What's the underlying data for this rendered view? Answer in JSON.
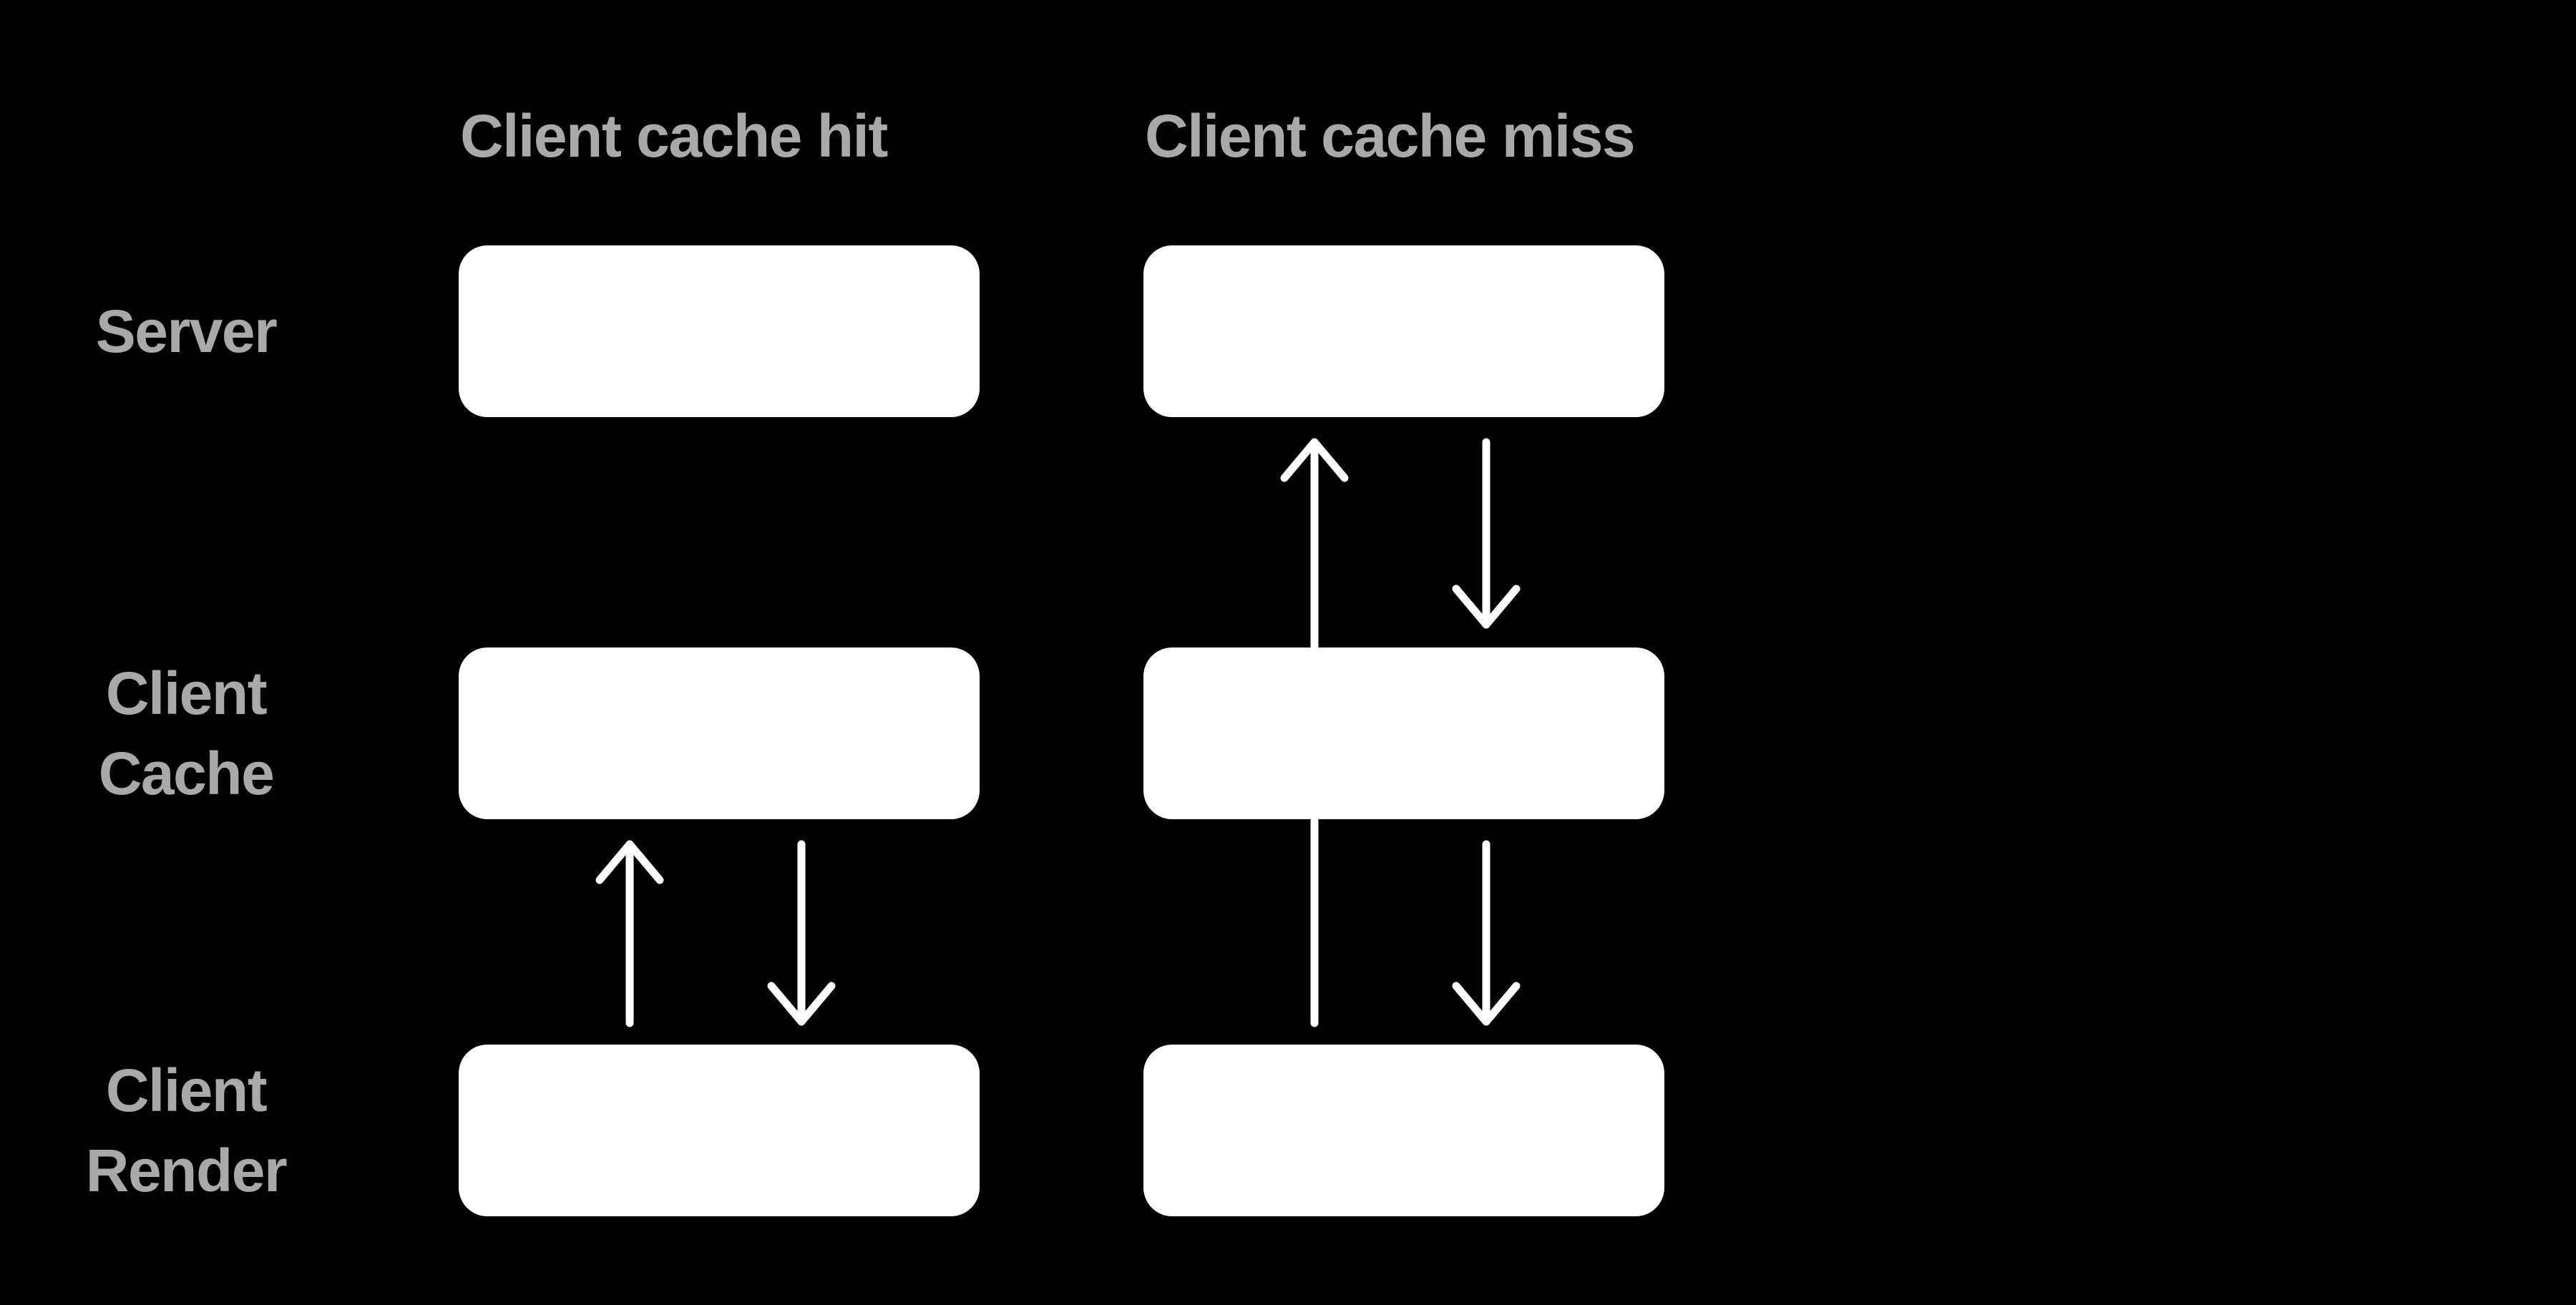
{
  "diagram": {
    "background_color": "#000000",
    "box_color": "#ffffff",
    "arrow_color": "#ffffff",
    "text_color": "#a9a9a9",
    "columns": [
      {
        "id": "hit",
        "title": "Client cache hit"
      },
      {
        "id": "miss",
        "title": "Client cache miss"
      }
    ],
    "rows": [
      {
        "id": "server",
        "label_lines": [
          "Server"
        ]
      },
      {
        "id": "client-cache",
        "label_lines": [
          "Client",
          "Cache"
        ]
      },
      {
        "id": "client-render",
        "label_lines": [
          "Client",
          "Render"
        ]
      }
    ],
    "arrows": [
      {
        "id": "hit-render-to-cache-up",
        "column": "hit",
        "from": "client-render",
        "to": "client-cache",
        "direction": "up",
        "side": "left"
      },
      {
        "id": "hit-cache-to-render-down",
        "column": "hit",
        "from": "client-cache",
        "to": "client-render",
        "direction": "down",
        "side": "right"
      },
      {
        "id": "miss-render-to-server-up",
        "column": "miss",
        "from": "client-render",
        "to": "server",
        "direction": "up",
        "side": "left"
      },
      {
        "id": "miss-server-to-cache-down",
        "column": "miss",
        "from": "server",
        "to": "client-cache",
        "direction": "down",
        "side": "right"
      },
      {
        "id": "miss-cache-to-render-down",
        "column": "miss",
        "from": "client-cache",
        "to": "client-render",
        "direction": "down",
        "side": "right"
      }
    ]
  }
}
